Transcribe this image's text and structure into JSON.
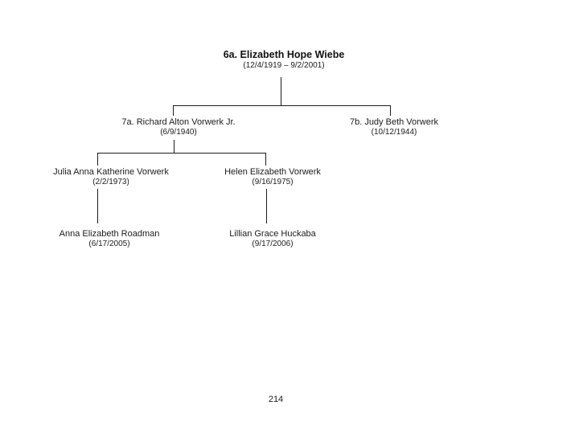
{
  "page_number": "214",
  "tree": {
    "root": {
      "name": "6a. Elizabeth Hope Wiebe",
      "dates": "(12/4/1919 – 9/2/2001)"
    },
    "children": [
      {
        "name": "7a. Richard Alton Vorwerk Jr.",
        "dates": "(6/9/1940)"
      },
      {
        "name": "7b. Judy Beth Vorwerk",
        "dates": "(10/12/1944)"
      }
    ],
    "grandchildren": [
      {
        "name": "Julia Anna Katherine Vorwerk",
        "dates": "(2/2/1973)"
      },
      {
        "name": "Helen Elizabeth Vorwerk",
        "dates": "(9/16/1975)"
      }
    ],
    "great_grandchildren": [
      {
        "name": "Anna Elizabeth Roadman",
        "dates": "(6/17/2005)"
      },
      {
        "name": "Lillian Grace Huckaba",
        "dates": "(9/17/2006)"
      }
    ]
  }
}
